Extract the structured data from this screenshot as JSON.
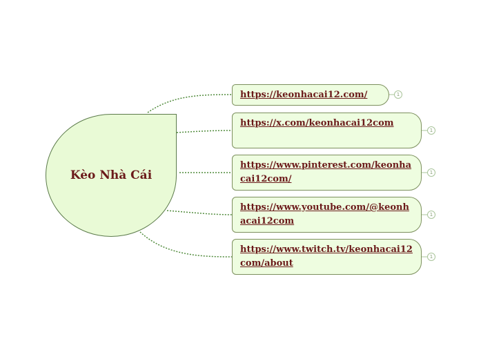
{
  "central_topic": {
    "label": "Kèo Nhà Cái"
  },
  "topics": [
    {
      "label": "https://keonhacai12.com/",
      "badge": "1"
    },
    {
      "label": "https://x.com/keonhacai12com",
      "badge": "1"
    },
    {
      "label": "https://www.pinterest.com/keonhacai12com/",
      "badge": "1"
    },
    {
      "label": "https://www.youtube.com/@keonhacai12com",
      "badge": "1"
    },
    {
      "label": "https://www.twitch.tv/keonhacai12com/about",
      "badge": "1"
    }
  ],
  "colors": {
    "node_fill": "#e9fad6",
    "topic_fill": "#eefde0",
    "border": "#5b7a4a",
    "text": "#6b1a1a",
    "connector": "#4f8a3a"
  }
}
